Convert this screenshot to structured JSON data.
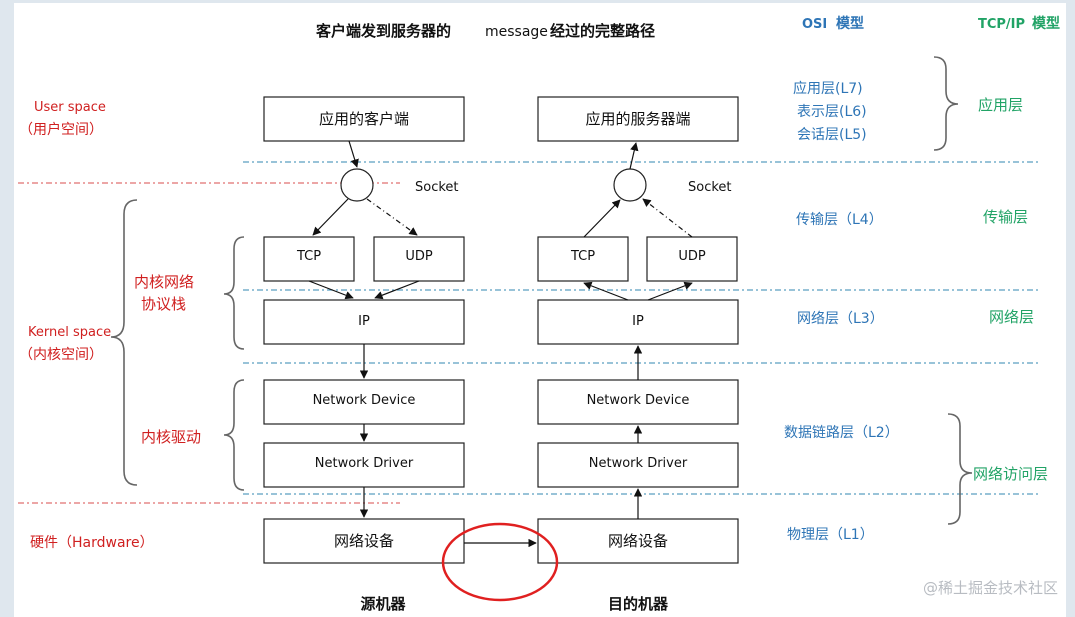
{
  "title": {
    "prefix": "客户端发到服务器的",
    "word": "message",
    "suffix": "经过的完整路径"
  },
  "osi_header": {
    "osi": "OSI",
    "model": "模型"
  },
  "tcpip_header": {
    "tcpip": "TCP/IP",
    "model": "模型"
  },
  "left_labels": {
    "user_space": "User space",
    "user_space_cn": "（用户空间）",
    "kernel_space": "Kernel space",
    "kernel_space_cn": "（内核空间）",
    "protocol_stack_1": "内核网络",
    "protocol_stack_2": "协议栈",
    "kernel_driver": "内核驱动",
    "hardware": "硬件（Hardware）"
  },
  "source": {
    "app": "应用的客户端",
    "socket": "Socket",
    "tcp": "TCP",
    "udp": "UDP",
    "ip": "IP",
    "device": "Network Device",
    "driver": "Network Driver",
    "hardware": "网络设备",
    "caption": "源机器"
  },
  "dest": {
    "app": "应用的服务器端",
    "socket": "Socket",
    "tcp": "TCP",
    "udp": "UDP",
    "ip": "IP",
    "device": "Network Device",
    "driver": "Network Driver",
    "hardware": "网络设备",
    "caption": "目的机器"
  },
  "osi_layers": {
    "l7": "应用层(L7)",
    "l6": "表示层(L6)",
    "l5": "会话层(L5)",
    "l4": "传输层（L4）",
    "l3": "网络层（L3）",
    "l2": "数据链路层（L2）",
    "l1": "物理层（L1）"
  },
  "tcpip_layers": {
    "app": "应用层",
    "transport": "传输层",
    "network": "网络层",
    "access": "网络访问层"
  },
  "watermark": "@稀土掘金技术社区",
  "colors": {
    "title": "#111111",
    "osi_blue": "#2e75b6",
    "tcpip_green": "#21a366",
    "left_red": "#d02020",
    "circle_red": "#e02020",
    "divider_red": "#e07070",
    "divider_blue": "#5a9fc0"
  }
}
